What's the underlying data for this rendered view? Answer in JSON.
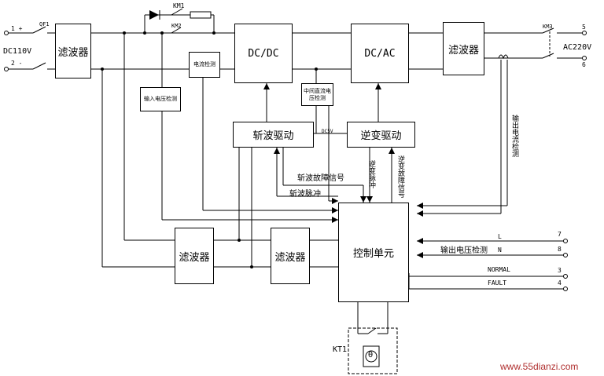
{
  "input": {
    "terminal_1": "1 +",
    "terminal_2": "2 -",
    "voltage": "DC110V",
    "breaker": "QF1"
  },
  "output": {
    "contactor": "KM3",
    "terminal_5": "5",
    "terminal_6": "6",
    "voltage": "AC220V"
  },
  "contactors": {
    "km1": "KM1",
    "km2": "KM2"
  },
  "blocks": {
    "filter_in": "滤波器",
    "dcdc": "DC/DC",
    "dcac": "DC/AC",
    "filter_out": "滤波器",
    "current_detect": "电流检测",
    "input_voltage_detect": "输入电压检测",
    "mid_voltage_detect": "中间直流电压检测",
    "chopper_drive": "斩波驱动",
    "inverter_drive": "逆变驱动",
    "control_unit": "控制单元",
    "filter_a": "滤波器",
    "filter_b": "滤波器"
  },
  "signals": {
    "dc_label": "DC5V",
    "chopper_fault": "斩波故障信号",
    "chopper_pulse": "斩波脉冲",
    "inverter_pulse": "逆变脉冲",
    "inverter_fault": "逆变故障信号",
    "output_current_detect": "输出电流检测",
    "output_voltage_detect": "输出电压检测"
  },
  "io_terminals": [
    {
      "label": "L",
      "num": "7"
    },
    {
      "label": "N",
      "num": "8"
    },
    {
      "label": "NORMAL",
      "num": "3"
    },
    {
      "label": "FAULT",
      "num": "4"
    }
  ],
  "thermal": {
    "label": "KT1",
    "symbol": "θ"
  },
  "watermark": "www.55dianzi.com"
}
